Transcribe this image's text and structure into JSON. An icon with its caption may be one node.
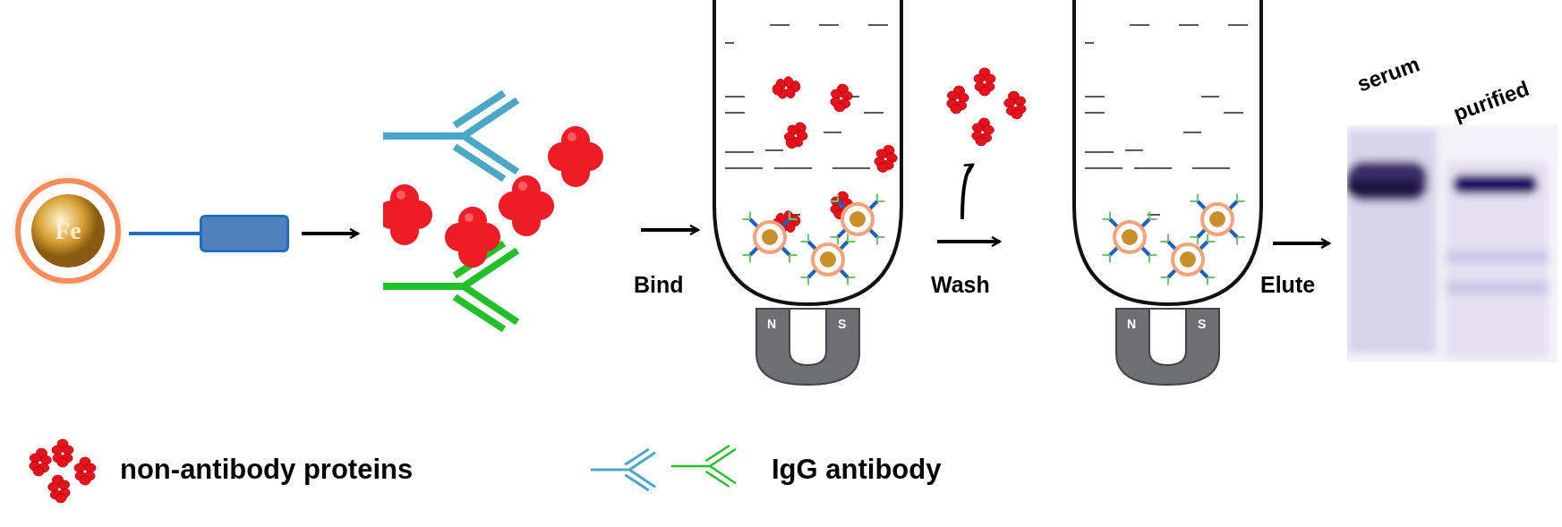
{
  "diagram": {
    "nodes": [
      {
        "text": [
          "Fe"
        ]
      },
      {
        "text": [],
        "shape": "box"
      },
      {
        "text": [],
        "shape": "picture"
      },
      {
        "text": [],
        "shape": "picture"
      },
      {
        "text": [],
        "shape": "picture"
      },
      {
        "text": [],
        "shape": "picture"
      },
      {
        "text": [],
        "shape": "picture",
        "beside": [
          "serum",
          "purified"
        ]
      }
    ],
    "edges": [
      {
        "from": 0,
        "to": 1,
        "arrow": "none",
        "color": "#1f6fc0"
      },
      {
        "from": 1,
        "to": 2,
        "arrow": "to"
      },
      {
        "from": 2,
        "to": 3,
        "arrow": "to",
        "label": "Bind"
      },
      {
        "from": null,
        "to": 4,
        "arrow": "to"
      },
      {
        "from": 3,
        "to": 5,
        "arrow": "to",
        "label": "Wash"
      },
      {
        "from": 5,
        "to": 6,
        "arrow": "to",
        "label": "Elute"
      }
    ],
    "labels": [
      "N",
      "S",
      "N",
      "S"
    ],
    "legend": [
      {
        "text": "non-antibody proteins"
      },
      {
        "text": "IgG antibody"
      }
    ]
  }
}
